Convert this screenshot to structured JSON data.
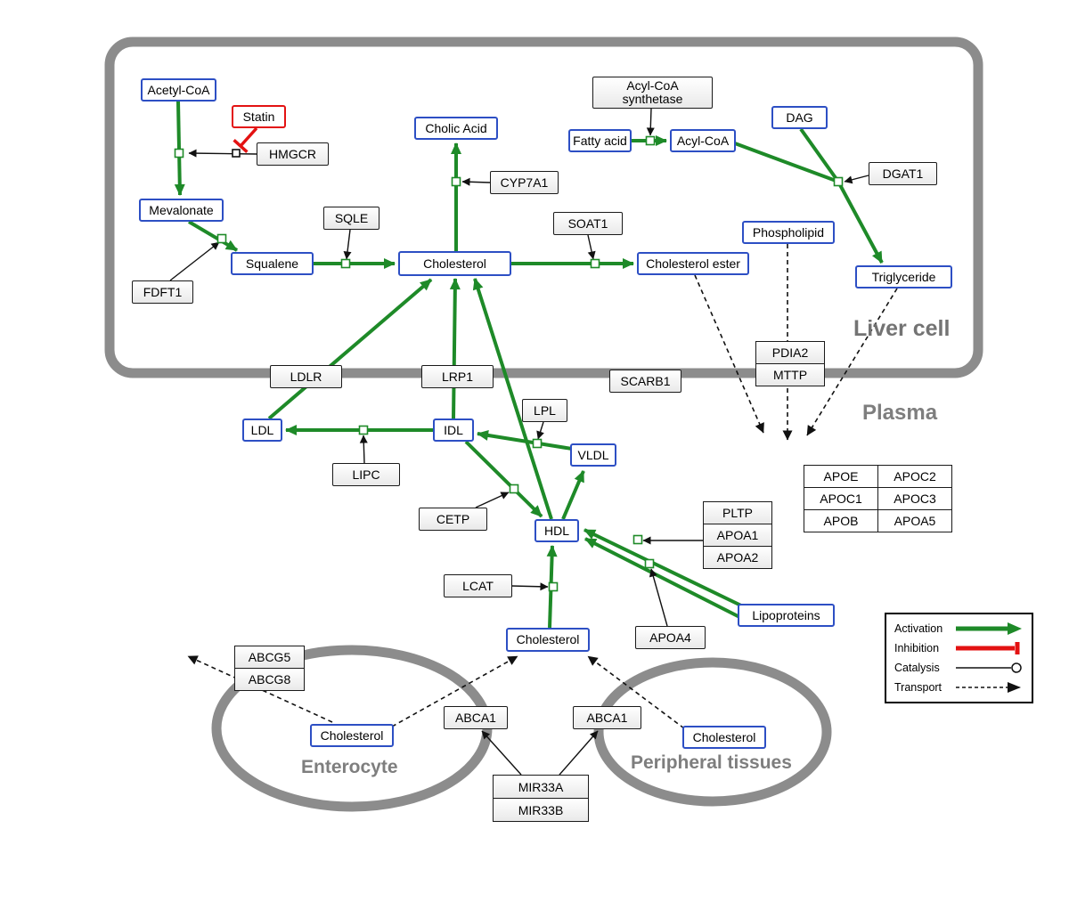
{
  "compartments": {
    "liver": "Liver cell",
    "plasma": "Plasma",
    "enterocyte": "Enterocyte",
    "peripheral": "Peripheral tissues"
  },
  "species": {
    "acetyl_coa": "Acetyl-CoA",
    "mevalonate": "Mevalonate",
    "squalene": "Squalene",
    "cholic_acid": "Cholic Acid",
    "cholesterol_liver": "Cholesterol",
    "cholesterol_ester": "Cholesterol ester",
    "fatty_acid": "Fatty acid",
    "acyl_coa": "Acyl-CoA",
    "dag": "DAG",
    "phospholipid": "Phospholipid",
    "triglyceride": "Triglyceride",
    "ldl": "LDL",
    "idl": "IDL",
    "vldl": "VLDL",
    "hdl": "HDL",
    "cholesterol_plasma": "Cholesterol",
    "cholesterol_enterocyte": "Cholesterol",
    "cholesterol_peripheral": "Cholesterol",
    "lipoproteins": "Lipoproteins"
  },
  "enzymes": {
    "statin": "Statin",
    "hmgcr": "HMGCR",
    "fdft1": "FDFT1",
    "sqle": "SQLE",
    "cyp7a1": "CYP7A1",
    "soat1": "SOAT1",
    "acyl_coa_synthetase": "Acyl-CoA synthetase",
    "dgat1": "DGAT1",
    "pdia2": "PDIA2",
    "mttp": "MTTP",
    "ldlr": "LDLR",
    "lrp1": "LRP1",
    "scarb1": "SCARB1",
    "lpl": "LPL",
    "lipc": "LIPC",
    "cetp": "CETP",
    "lcat": "LCAT",
    "pltp": "PLTP",
    "apoa1": "APOA1",
    "apoa2": "APOA2",
    "apoa4": "APOA4",
    "abcg5": "ABCG5",
    "abcg8": "ABCG8",
    "abca1_enterocyte": "ABCA1",
    "abca1_peripheral": "ABCA1",
    "mir33a": "MIR33A",
    "mir33b": "MIR33B"
  },
  "apo_table": [
    [
      "APOE",
      "APOC2"
    ],
    [
      "APOC1",
      "APOC3"
    ],
    [
      "APOB",
      "APOA5"
    ]
  ],
  "legend": {
    "activation": "Activation",
    "inhibition": "Inhibition",
    "catalysis": "Catalysis",
    "transport": "Transport"
  },
  "colors": {
    "activation": "#1e8a28",
    "inhibition": "#e31212",
    "catalysis": "#111111",
    "transport": "#111111",
    "species_border": "#2d4fc4",
    "compartment_border": "#8c8c8c"
  }
}
